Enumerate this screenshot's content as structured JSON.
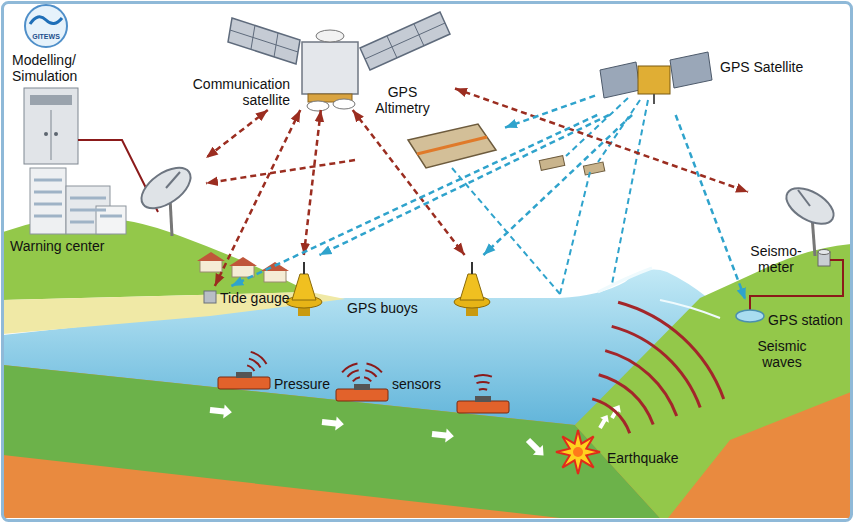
{
  "diagram": {
    "nodes": [
      {
        "text": [
          "Modelling/ Simulation"
        ]
      },
      {
        "text": [
          "Communication satellite"
        ]
      },
      {
        "text": [
          "GPS Satellite"
        ]
      },
      {
        "text": [
          "GPS Altimetry"
        ]
      },
      {
        "text": [
          "Warning center"
        ]
      },
      {
        "text": [
          "Tide gauge"
        ]
      },
      {
        "text": [
          "GPS buoys"
        ]
      },
      {
        "text": [
          "Pressure",
          "sensors"
        ]
      },
      {
        "text": [
          "Seismo- meter"
        ]
      },
      {
        "text": [
          "GPS station"
        ]
      },
      {
        "text": [
          "Earthquake"
        ]
      }
    ],
    "edges": [
      {
        "from": 1,
        "to": 4,
        "arrow": "both"
      },
      {
        "from": 1,
        "to": 5,
        "arrow": "both"
      },
      {
        "from": 1,
        "to": 6,
        "arrow": "both"
      },
      {
        "from": 1,
        "to": 6,
        "arrow": "both"
      },
      {
        "from": 1,
        "to": 8,
        "arrow": "both"
      },
      {
        "from": 3,
        "to": 4,
        "arrow": "to"
      },
      {
        "from": 2,
        "to": 3,
        "arrow": "to"
      },
      {
        "from": 2,
        "to": 5,
        "arrow": "to"
      },
      {
        "from": 2,
        "to": 6,
        "arrow": "to"
      },
      {
        "from": 2,
        "to": 6,
        "arrow": "to"
      },
      {
        "from": 2,
        "to": 9,
        "arrow": "to"
      }
    ],
    "labels": [
      "GITEWS",
      "Seismic waves"
    ]
  }
}
